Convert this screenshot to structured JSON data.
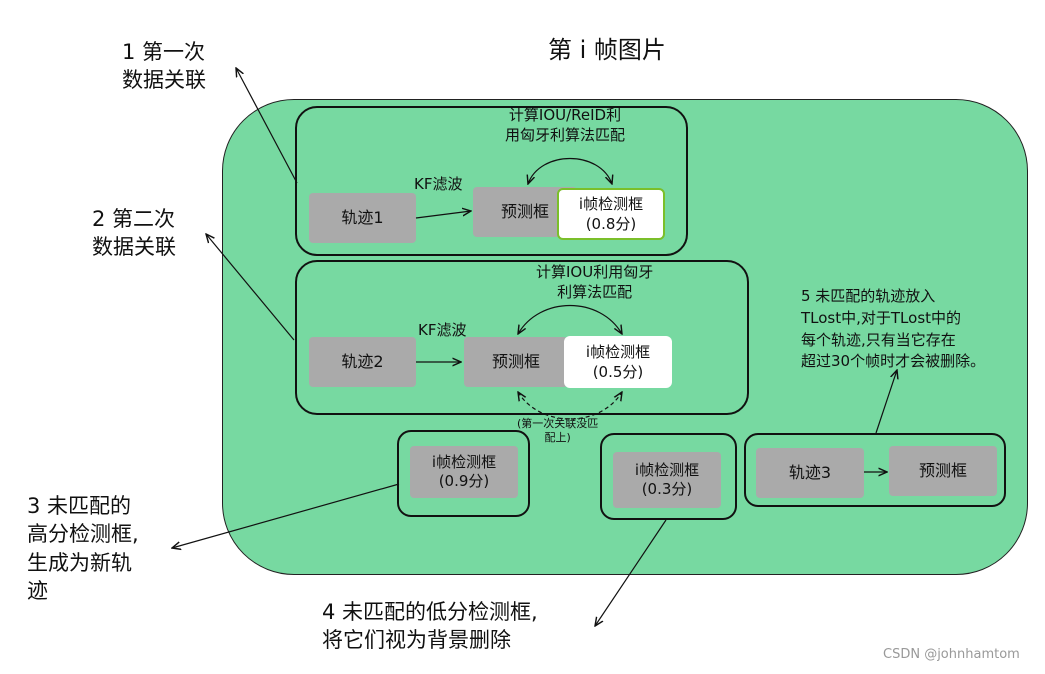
{
  "title": "第 i 帧图片",
  "step1": {
    "label": "1 第一次\n数据关联",
    "algo_label": "计算IOU/ReID利\n用匈牙利算法匹配",
    "kf_label": "KF滤波",
    "track": "轨迹1",
    "pred": "预测框",
    "det": "i帧检测框\n(0.8分)"
  },
  "step2": {
    "label": "2 第二次\n数据关联",
    "algo_label": "计算IOU利用匈牙\n利算法匹配",
    "kf_label": "KF滤波",
    "track": "轨迹2",
    "pred": "预测框",
    "det": "i帧检测框\n(0.5分)",
    "note": "(第一次关联没匹\n配上)"
  },
  "step3": {
    "label": "3 未匹配的\n高分检测框,\n生成为新轨\n迹",
    "det": "i帧检测框\n(0.9分)"
  },
  "step4": {
    "label": "4 未匹配的低分检测框,\n将它们视为背景删除",
    "det": "i帧检测框\n(0.3分)"
  },
  "step5": {
    "label": "5 未匹配的轨迹放入\nTLost中,对于TLost中的\n每个轨迹,只有当它存在\n超过30个帧时才会被删除。",
    "track": "轨迹3",
    "pred": "预测框"
  },
  "watermark": "CSDN @johnhamtom",
  "colors": {
    "region": "#77d9a1",
    "gray_box": "#aaaaaa",
    "highlight_border": "#7bbf2a"
  }
}
